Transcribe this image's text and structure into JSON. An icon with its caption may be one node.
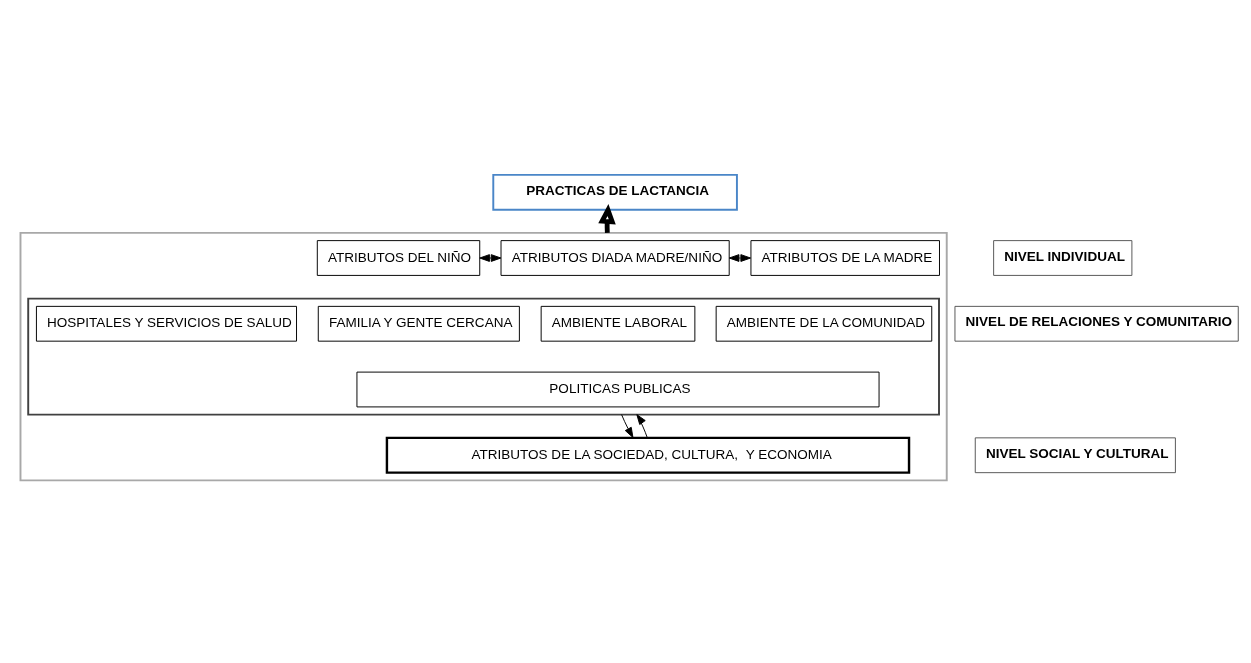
{
  "diagram": {
    "nodes": [
      {
        "text": [
          "PRACTICAS DE LACTANCIA"
        ]
      },
      {
        "text": [
          "NIVEL INDIVIDUAL"
        ]
      },
      {
        "text": [],
        "shape": "box"
      },
      {
        "text": [
          "ATRIBUTOS DEL NIÑO"
        ],
        "in": 2
      },
      {
        "text": [
          "ATRIBUTOS DIADA MADRE/NIÑO"
        ],
        "in": 2
      },
      {
        "text": [
          "ATRIBUTOS DE LA MADRE"
        ],
        "in": 2
      },
      {
        "text": [
          "NIVEL DE RELACIONES Y COMUNITARIO"
        ]
      },
      {
        "text": [],
        "shape": "box",
        "in": 2
      },
      {
        "text": [
          "HOSPITALES Y SERVICIOS DE SALUD"
        ],
        "in": 7
      },
      {
        "text": [
          "FAMILIA Y GENTE CERCANA"
        ],
        "in": 7
      },
      {
        "text": [
          "AMBIENTE LABORAL"
        ],
        "in": 7
      },
      {
        "text": [
          "AMBIENTE DE LA COMUNIDAD"
        ],
        "in": 7
      },
      {
        "text": [
          "POLITICAS PUBLICAS"
        ],
        "in": 7
      },
      {
        "text": [
          "NIVEL SOCIAL Y CULTURAL"
        ]
      },
      {
        "text": [
          "ATRIBUTOS DE LA SOCIEDAD, CULTURA,  Y ECONOMIA"
        ],
        "in": 2
      }
    ],
    "edges": [
      {
        "from": 2,
        "to": 0,
        "arrow": "to",
        "style": "thick"
      },
      {
        "from": 3,
        "to": 4,
        "arrow": "both"
      },
      {
        "from": 4,
        "to": 5,
        "arrow": "both"
      },
      {
        "from": 7,
        "to": 14,
        "arrow": "to"
      },
      {
        "from": 14,
        "to": 7,
        "arrow": "to"
      }
    ]
  }
}
